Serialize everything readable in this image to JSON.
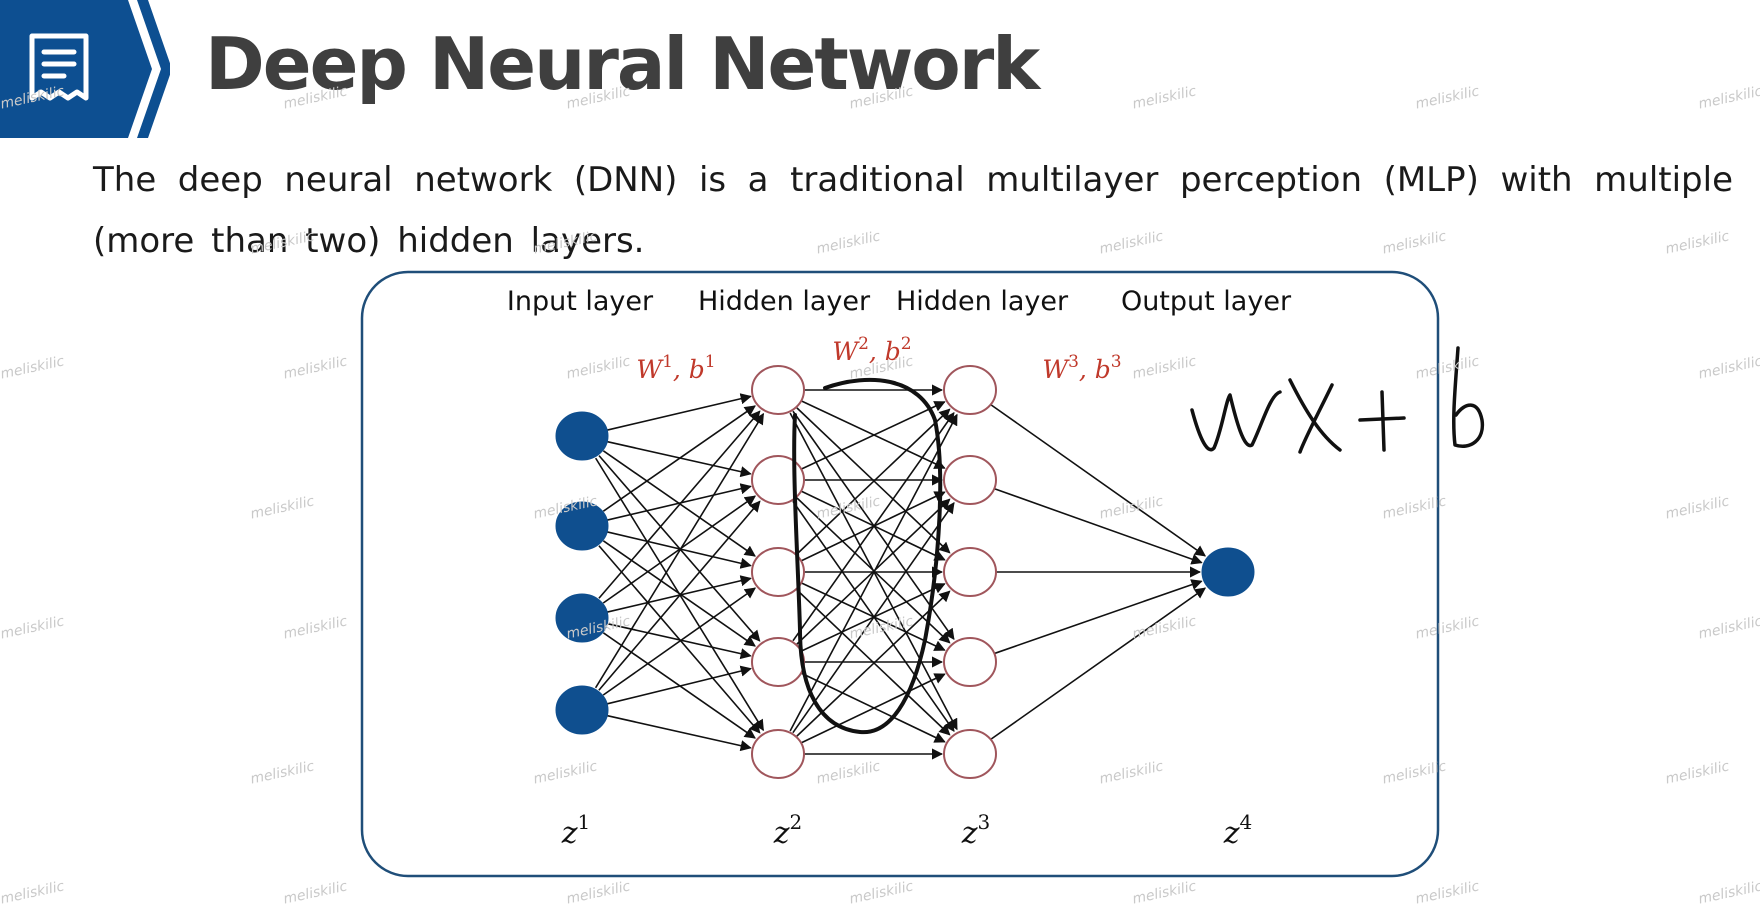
{
  "slide": {
    "title": "Deep Neural Network",
    "body": "The deep neural network (DNN) is a traditional multilayer perception (MLP) with multiple (more than two) hidden layers.",
    "header_icon": "document-list-icon",
    "colors": {
      "brand_blue": "#0d4f91",
      "title_gray": "#3f3f3f",
      "filled_node": "#0f4f8f",
      "hollow_node_stroke": "#a0565c",
      "weight_label": "#c0392b",
      "frame_border": "#1f4e79"
    }
  },
  "diagram": {
    "layers": [
      {
        "label": "Input layer",
        "z_base": "z",
        "z_sup": "1",
        "nodes": 4,
        "filled": true
      },
      {
        "label": "Hidden layer",
        "z_base": "z",
        "z_sup": "2",
        "nodes": 5,
        "filled": false
      },
      {
        "label": "Hidden layer",
        "z_base": "z",
        "z_sup": "3",
        "nodes": 5,
        "filled": false
      },
      {
        "label": "Output layer",
        "z_base": "z",
        "z_sup": "4",
        "nodes": 1,
        "filled": true
      }
    ],
    "weights": [
      {
        "w": "W",
        "w_sup": "1",
        "b": "b",
        "b_sup": "1"
      },
      {
        "w": "W",
        "w_sup": "2",
        "b": "b",
        "b_sup": "2"
      },
      {
        "w": "W",
        "w_sup": "3",
        "b": "b",
        "b_sup": "3"
      }
    ],
    "handwritten_note": "wx + b",
    "handwritten_loop": true
  },
  "watermark": "meliskilic"
}
